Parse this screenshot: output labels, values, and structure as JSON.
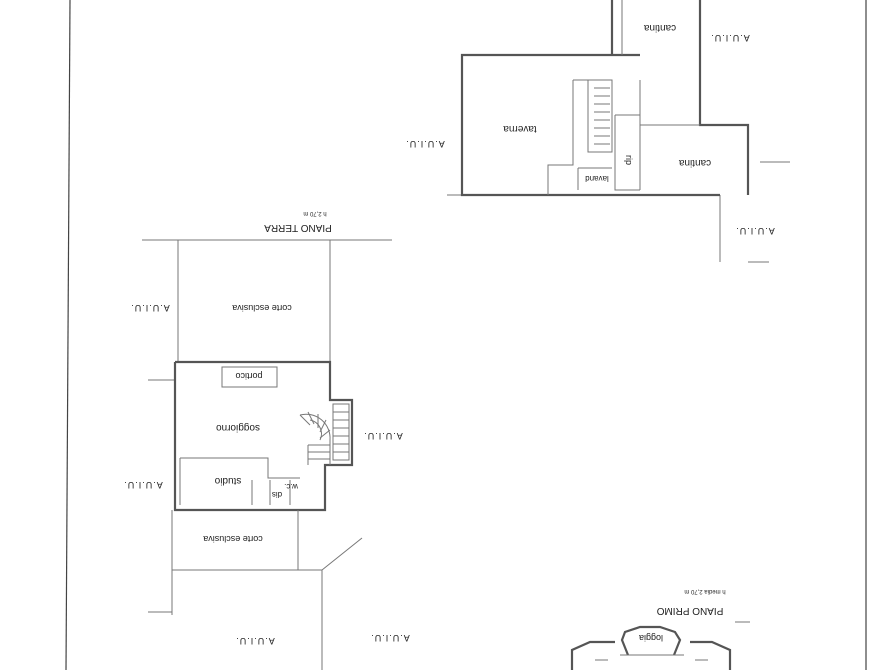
{
  "plan": {
    "upper_rooms": {
      "cantina_top": "cantina",
      "taverna": "taverna",
      "cantina_right": "cantina",
      "rip": "rip",
      "lavand": "lavand"
    },
    "piano_terra": {
      "title": "PIANO TERRA",
      "height_note": "h 2,70 m",
      "rooms": {
        "corte_top": "corte esclusiva",
        "portico": "portico",
        "soggiorno": "soggiorno",
        "studio": "studio",
        "dis": "dis",
        "wc": "w.c.",
        "corte_bottom": "corte esclusiva"
      }
    },
    "piano_primo": {
      "title": "PIANO PRIMO",
      "height_note": "h media 2,70 m",
      "rooms": {
        "loggia": "loggia"
      }
    },
    "auiu_label": "A.U.I.U."
  }
}
